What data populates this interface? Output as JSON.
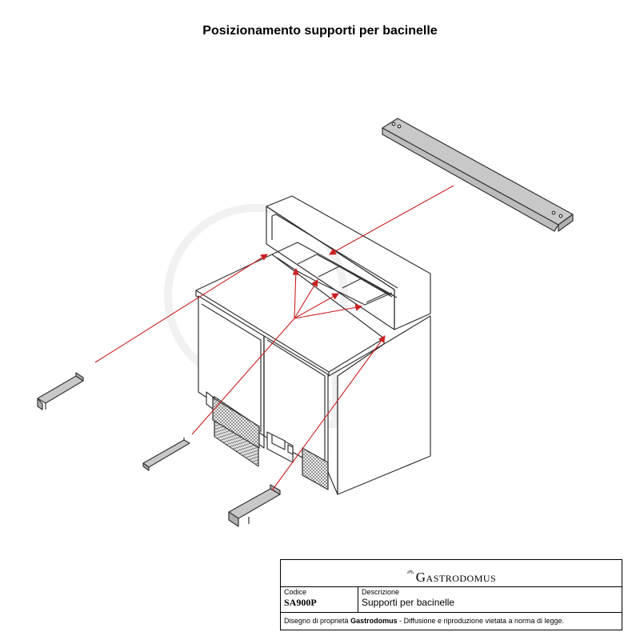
{
  "title": "Posizionamento supporti per bacinelle",
  "title_block": {
    "brand": "Gastrodomus",
    "code_label": "Codice",
    "code_value": "SA900P",
    "description_label": "Descrizione",
    "description_value": "Supporti per bacinelle",
    "footer_prefix": "Disegno di proprietà",
    "footer_brand": "Gastrodomus",
    "footer_suffix": "- Diffusione e riproduzione vietata a norma di legge."
  },
  "colors": {
    "line": "#333333",
    "arrow": "#cc1f1f",
    "part_fill": "#c8c8c8",
    "watermark": "#efefef"
  },
  "icons": [
    "gastrodomus-logo-icon"
  ]
}
